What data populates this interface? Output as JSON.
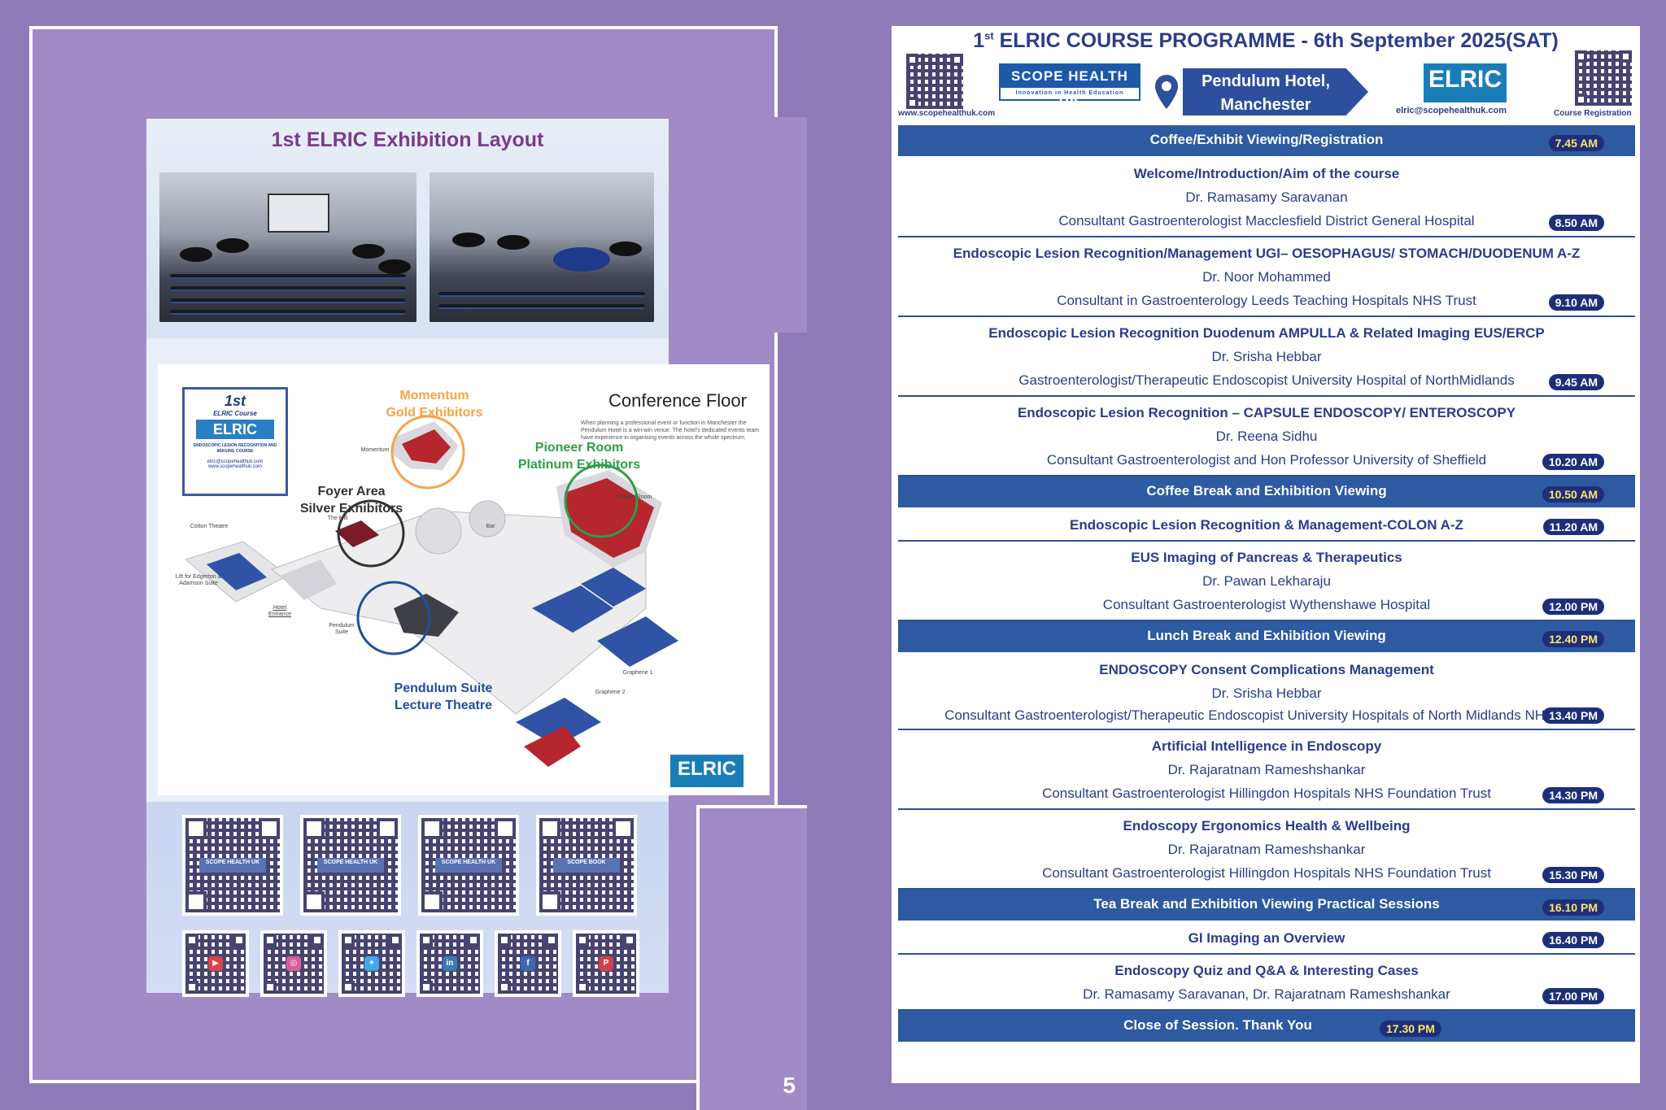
{
  "left_page": {
    "title": "1st ELRIC Exhibition Layout",
    "page_number": "5",
    "floor": {
      "heading": "Conference Floor",
      "description": "When planning a professional event or function in Manchester the Pendulum Hotel is a win-win venue. The hotel's dedicated events team have experience in organising events across the whole spectrum.",
      "zones": [
        {
          "line1": "Momentum",
          "line2": "Gold Exhibitors",
          "color": "#f4a447"
        },
        {
          "line1": "Pioneer Room",
          "line2": "Platinum Exhibitors",
          "color": "#2e9e45"
        },
        {
          "line1": "Foyer Area",
          "line2": "Silver Exhibitors",
          "color": "#333333"
        },
        {
          "line1": "Pendulum Suite",
          "line2": "Lecture Theatre",
          "color": "#1f4fa0"
        }
      ],
      "room_labels": {
        "momentum": "Momentum",
        "pioneer": "Pioneer Room",
        "cotton": "Cotton Theatre",
        "mill": "The Mill",
        "lift": "Lift for Edgerton & Adamson Suite",
        "hotel": "Hotel Entrance",
        "pendulum": "Pendulum Suite",
        "bar": "Bar",
        "graphene1": "Graphene 1",
        "graphene2": "Graphene 2"
      },
      "badge": {
        "top": "1st",
        "course": "ELRIC Course",
        "logo": "ELRIC",
        "subtitle": "ENDOSCOPIC LESION RECOGNITION AND IMAGING COURSE",
        "email": "elric@scopehealthuk.com",
        "web": "www.scopehealthuk.com"
      },
      "corner_logo": "ELRIC"
    },
    "qr_large": [
      {
        "label": "SCOPE HEALTH UK"
      },
      {
        "label": "SCOPE HEALTH UK"
      },
      {
        "label": "SCOPE HEALTH UK"
      },
      {
        "label": "SCOPE BOOK"
      }
    ],
    "qr_social": [
      {
        "icon": "youtube-icon",
        "glyph": "▶",
        "color": "#d32424"
      },
      {
        "icon": "instagram-icon",
        "glyph": "◎",
        "color": "#d6408a"
      },
      {
        "icon": "twitter-icon",
        "glyph": "✦",
        "color": "#1e9be8"
      },
      {
        "icon": "linkedin-icon",
        "glyph": "in",
        "color": "#1c64a8"
      },
      {
        "icon": "facebook-icon",
        "glyph": "f",
        "color": "#1e50a2"
      },
      {
        "icon": "pinterest-icon",
        "glyph": "P",
        "color": "#cc1f2b"
      }
    ]
  },
  "right_page": {
    "title_sup": "st",
    "title_pre": "1",
    "title_main": " ELRIC COURSE PROGRAMME  - 6th September 2025(SAT)",
    "venue_line1": "Pendulum Hotel,",
    "venue_line2": "Manchester",
    "scope_logo": "SCOPE HEALTH UK",
    "scope_tagline": "Innovation in Health Education",
    "elric_logo": "ELRIC",
    "website": "www.scopehealthuk.com",
    "email": "elric@scopehealthuk.com",
    "registration": "Course Registration",
    "sessions": [
      {
        "band": true,
        "title": "Coffee/Exhibit Viewing/Registration",
        "time": "7.45 AM"
      },
      {
        "title": "Welcome/Introduction/Aim of the course",
        "name": "Dr. Ramasamy Saravanan",
        "affil": "Consultant Gastroenterologist Macclesfield District General Hospital",
        "time": "8.50 AM"
      },
      {
        "title": "Endoscopic Lesion Recognition/Management UGI– OESOPHAGUS/ STOMACH/DUODENUM A-Z",
        "name": "Dr. Noor Mohammed",
        "affil": "Consultant in Gastroenterology Leeds Teaching Hospitals NHS Trust",
        "time": "9.10 AM"
      },
      {
        "title": "Endoscopic Lesion Recognition Duodenum AMPULLA & Related Imaging EUS/ERCP",
        "name": "Dr. Srisha Hebbar",
        "affil": "Gastroenterologist/Therapeutic Endoscopist University Hospital of NorthMidlands",
        "time": "9.45 AM"
      },
      {
        "title": "Endoscopic Lesion Recognition – CAPSULE ENDOSCOPY/ ENTEROSCOPY",
        "name": "Dr. Reena Sidhu",
        "affil": "Consultant Gastroenterologist and Hon Professor University of Sheffield",
        "time": "10.20 AM"
      },
      {
        "band": true,
        "title": "Coffee Break and Exhibition Viewing",
        "time": "10.50 AM"
      },
      {
        "title": "Endoscopic Lesion Recognition & Management-COLON A-Z",
        "time": "11.20 AM"
      },
      {
        "title": "EUS Imaging of Pancreas & Therapeutics",
        "name": "Dr. Pawan Lekharaju",
        "affil": "Consultant Gastroenterologist Wythenshawe Hospital",
        "time": "12.00 PM"
      },
      {
        "band": true,
        "title": "Lunch Break and Exhibition Viewing",
        "time": "12.40 PM"
      },
      {
        "title": "ENDOSCOPY Consent Complications Management",
        "name": "Dr. Srisha Hebbar",
        "affil": "Consultant Gastroenterologist/Therapeutic Endoscopist University Hospitals of North Midlands NHS Trust",
        "time": "13.40 PM"
      },
      {
        "title": "Artificial Intelligence in Endoscopy",
        "name": "Dr. Rajaratnam Rameshshankar",
        "affil": "Consultant Gastroenterologist Hillingdon Hospitals NHS Foundation Trust",
        "time": "14.30 PM"
      },
      {
        "title": "Endoscopy Ergonomics Health & Wellbeing",
        "name": "Dr. Rajaratnam Rameshshankar",
        "affil": "Consultant Gastroenterologist Hillingdon Hospitals NHS Foundation Trust",
        "time": "15.30 PM"
      },
      {
        "band": true,
        "title": "Tea Break and Exhibition Viewing Practical Sessions",
        "time": "16.10 PM"
      },
      {
        "title": "GI Imaging an Overview",
        "time": "16.40 PM"
      },
      {
        "title": "Endoscopy Quiz and Q&A & Interesting Cases",
        "name": "Dr. Ramasamy Saravanan, Dr. Rajaratnam Rameshshankar",
        "time": "17.00 PM"
      },
      {
        "band": true,
        "closing": true,
        "title": "Close of Session. Thank You",
        "time": "17.30 PM"
      }
    ]
  }
}
